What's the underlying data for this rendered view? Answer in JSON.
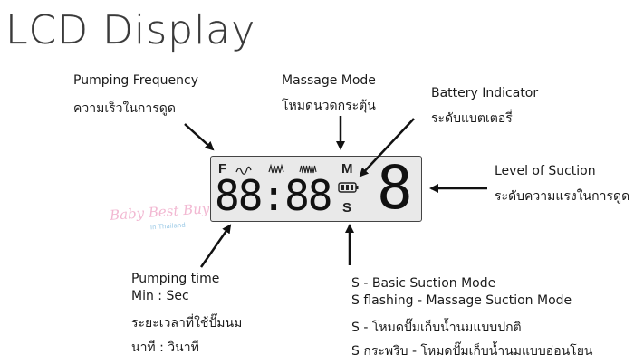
{
  "title": "LCD Display",
  "labels": {
    "pumping_frequency": {
      "en": "Pumping Frequency",
      "th": "ความเร็วในการดูด"
    },
    "massage_mode": {
      "en": "Massage Mode",
      "th": "โหมดนวดกระตุ้น"
    },
    "battery_indicator": {
      "en": "Battery Indicator",
      "th": "ระดับแบตเตอรี่"
    },
    "level_of_suction": {
      "en": "Level of Suction",
      "th": "ระดับความแรงในการดูด"
    },
    "pumping_time": {
      "en": "Pumping time",
      "en_sub": "Min : Sec",
      "th": "ระยะเวลาที่ใช้ปั๊มนม",
      "th_sub": "นาที : วินาที"
    },
    "suction_mode": {
      "line1": "S - Basic Suction Mode",
      "line2": "S flashing - Massage Suction Mode",
      "line3": "S - โหมดปั๊มเก็บน้ำนมแบบปกติ",
      "line4": "S กระพริบ - โหมดปั๊มเก็บน้ำนมแบบอ่อนโยน"
    }
  },
  "lcd": {
    "f": "F",
    "m": "M",
    "s": "S",
    "time": "88:88",
    "level": "8"
  },
  "watermark": {
    "main": "Baby Best Buy",
    "sub": "In Thailand"
  },
  "colors": {
    "lcd_bg": "#e9e9e9",
    "watermark_pink": "#f2b8d2",
    "watermark_blue": "#9ac9e6"
  }
}
